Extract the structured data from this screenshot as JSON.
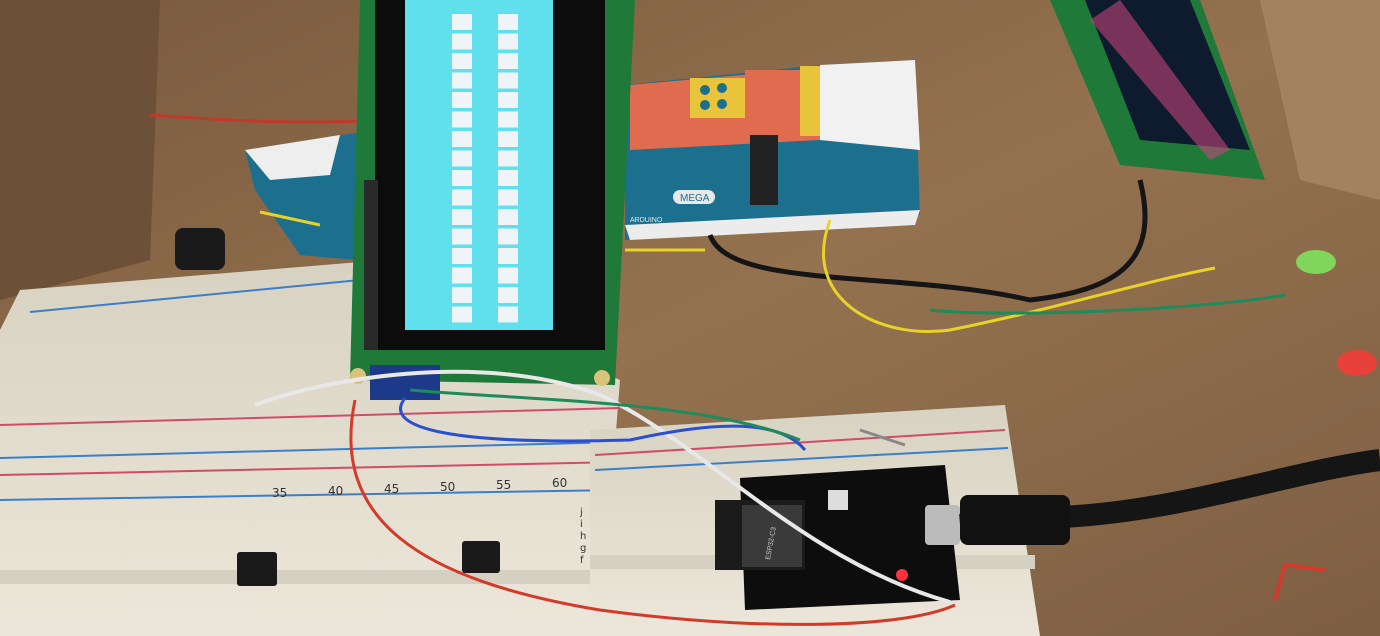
{
  "scene": {
    "box_logo_text": "MEGA",
    "box_brand_text": "ARDUINO",
    "module_label": "ESP32-C3",
    "breadboard_numbers": [
      "35",
      "40",
      "45",
      "50",
      "55",
      "60"
    ],
    "breadboard_rows": [
      "j",
      "i",
      "h",
      "g",
      "f"
    ],
    "lcd": {
      "columns": 2,
      "rows": 16,
      "backlight": "#5fe0ec",
      "cell": "#eef4f8"
    },
    "colors": {
      "cardboard": "#8a6a4c",
      "pcb_green": "#1f7a3a",
      "arduino_teal": "#1d6f8e",
      "breadboard": "#e9e4d6",
      "wire_white": "#e8e8e8",
      "wire_red": "#d23a2a",
      "wire_blue": "#2a4fd0",
      "wire_green": "#1f8a5a",
      "wire_yellow": "#e8d22a",
      "wire_black": "#151515"
    }
  }
}
